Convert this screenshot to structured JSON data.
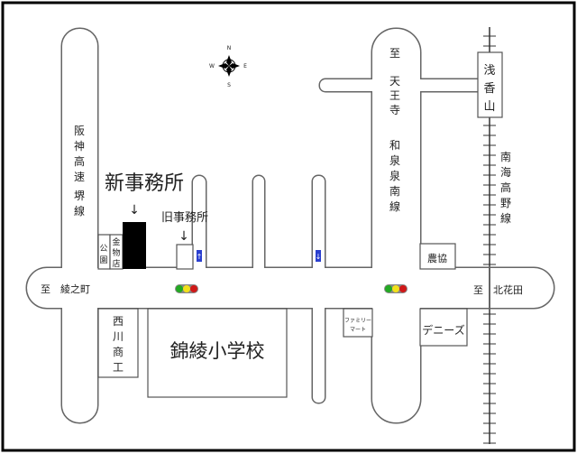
{
  "compass": {
    "n": "N",
    "s": "S",
    "e": "E",
    "w": "W"
  },
  "labels": {
    "new_office": "新事務所",
    "old_office": "旧事務所",
    "park": [
      "公",
      "園"
    ],
    "hardware_store": [
      "金",
      "物",
      "店"
    ],
    "school": "錦綾小学校",
    "nishikawa": [
      "西",
      "川",
      "商",
      "工"
    ],
    "nokyo": "農協",
    "dennys": "デニーズ",
    "familymart": [
      "ファミリー",
      "マート"
    ],
    "station": [
      "浅",
      "香",
      "山"
    ],
    "to_ayanocho": "至　綾之町",
    "to_kitahanada": "至　北花田",
    "to_tennoji": [
      "至",
      "天",
      "王",
      "寺"
    ],
    "izumi_line": [
      "和",
      "泉",
      "泉",
      "南",
      "線"
    ],
    "hanshin": [
      "阪",
      "神",
      "高",
      "速",
      "堺",
      "線"
    ],
    "nankai": [
      "南",
      "海",
      "高",
      "野",
      "線"
    ],
    "arrow": "↓"
  },
  "colors": {
    "road": "#666666",
    "building": "#000000",
    "sign": "#2a3fcf",
    "light_green": "#22aa22",
    "light_yellow": "#f2e01a",
    "light_red": "#d01818"
  }
}
